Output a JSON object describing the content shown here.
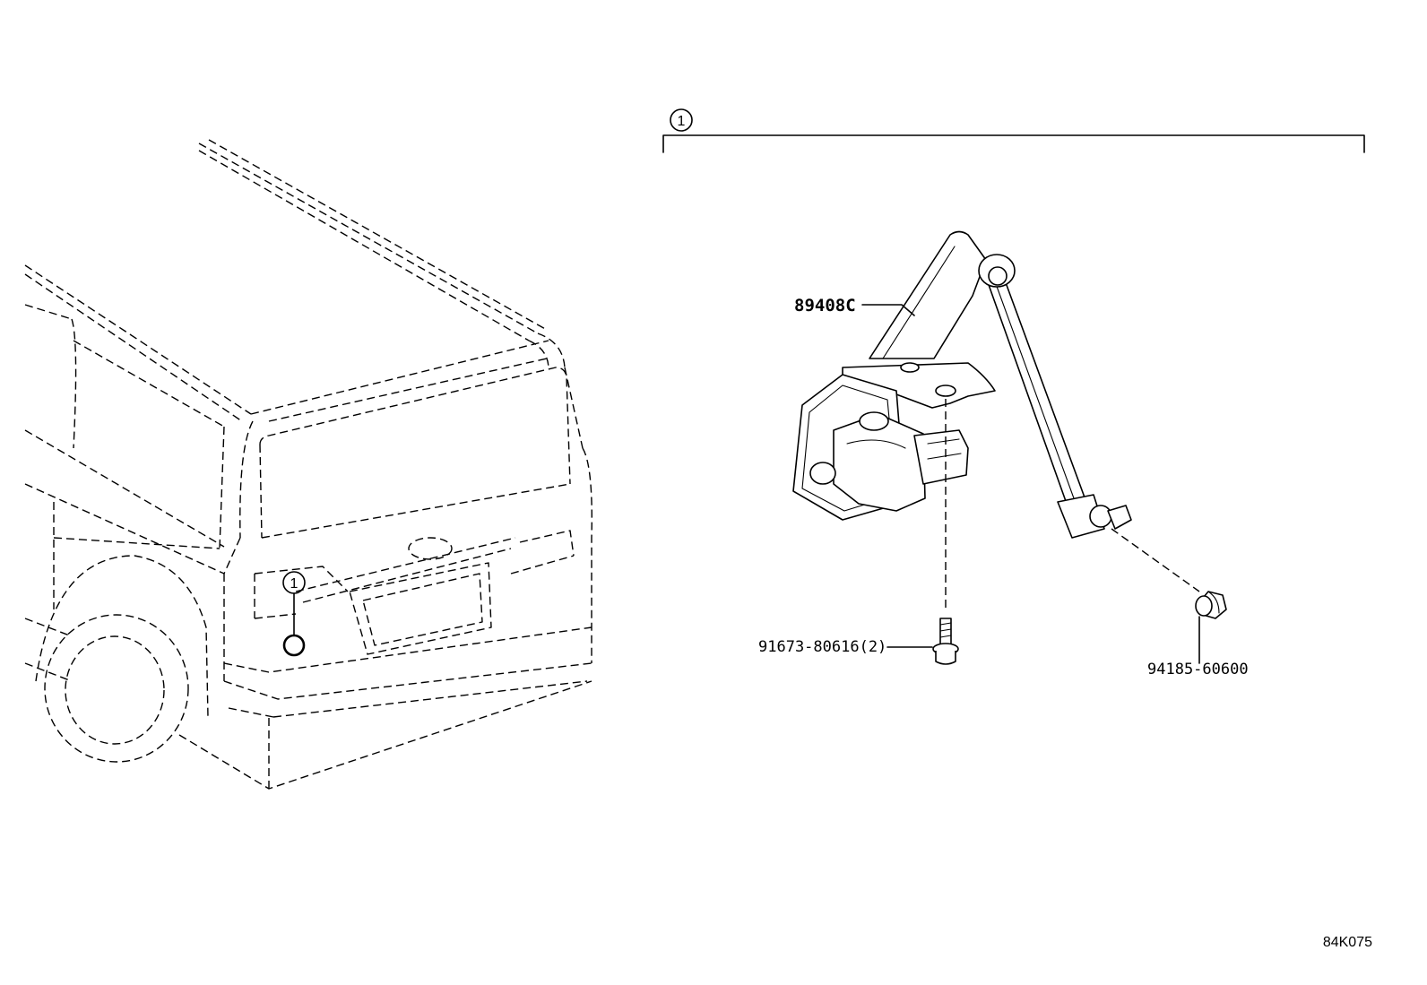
{
  "callouts": {
    "assembly_marker": "1",
    "vehicle_marker": "1"
  },
  "parts": {
    "sensor": "89408C",
    "bolt": "91673-80616(2)",
    "nut": "94185-60600"
  },
  "figure_ref": "84K075"
}
